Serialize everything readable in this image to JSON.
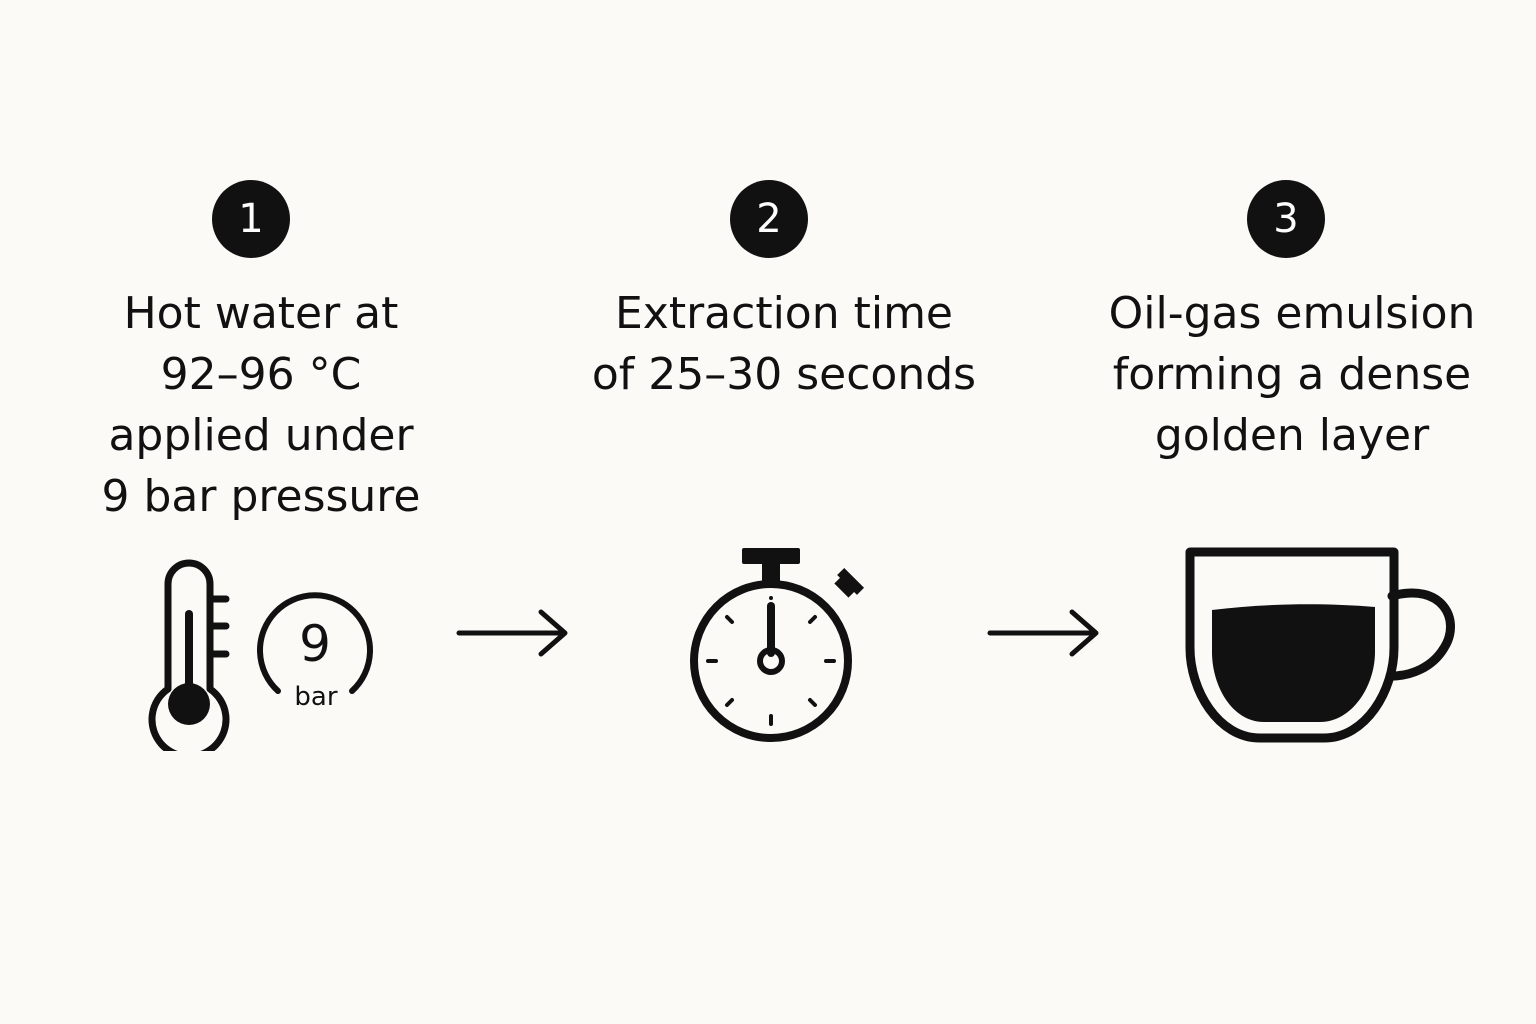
{
  "steps": [
    {
      "number": "1",
      "text": "Hot water at\n92–96 °C\napplied under\n9 bar pressure",
      "icons": [
        "thermometer-icon",
        "pressure-gauge-icon"
      ],
      "gauge_value": "9",
      "gauge_unit": "bar"
    },
    {
      "number": "2",
      "text": "Extraction time\nof 25–30 seconds",
      "icons": [
        "stopwatch-icon"
      ]
    },
    {
      "number": "3",
      "text": "Oil-gas emulsion\nforming a dense\ngolden layer",
      "icons": [
        "coffee-cup-icon"
      ]
    }
  ],
  "colors": {
    "background": "#fcfaf6",
    "ink": "#111111"
  }
}
